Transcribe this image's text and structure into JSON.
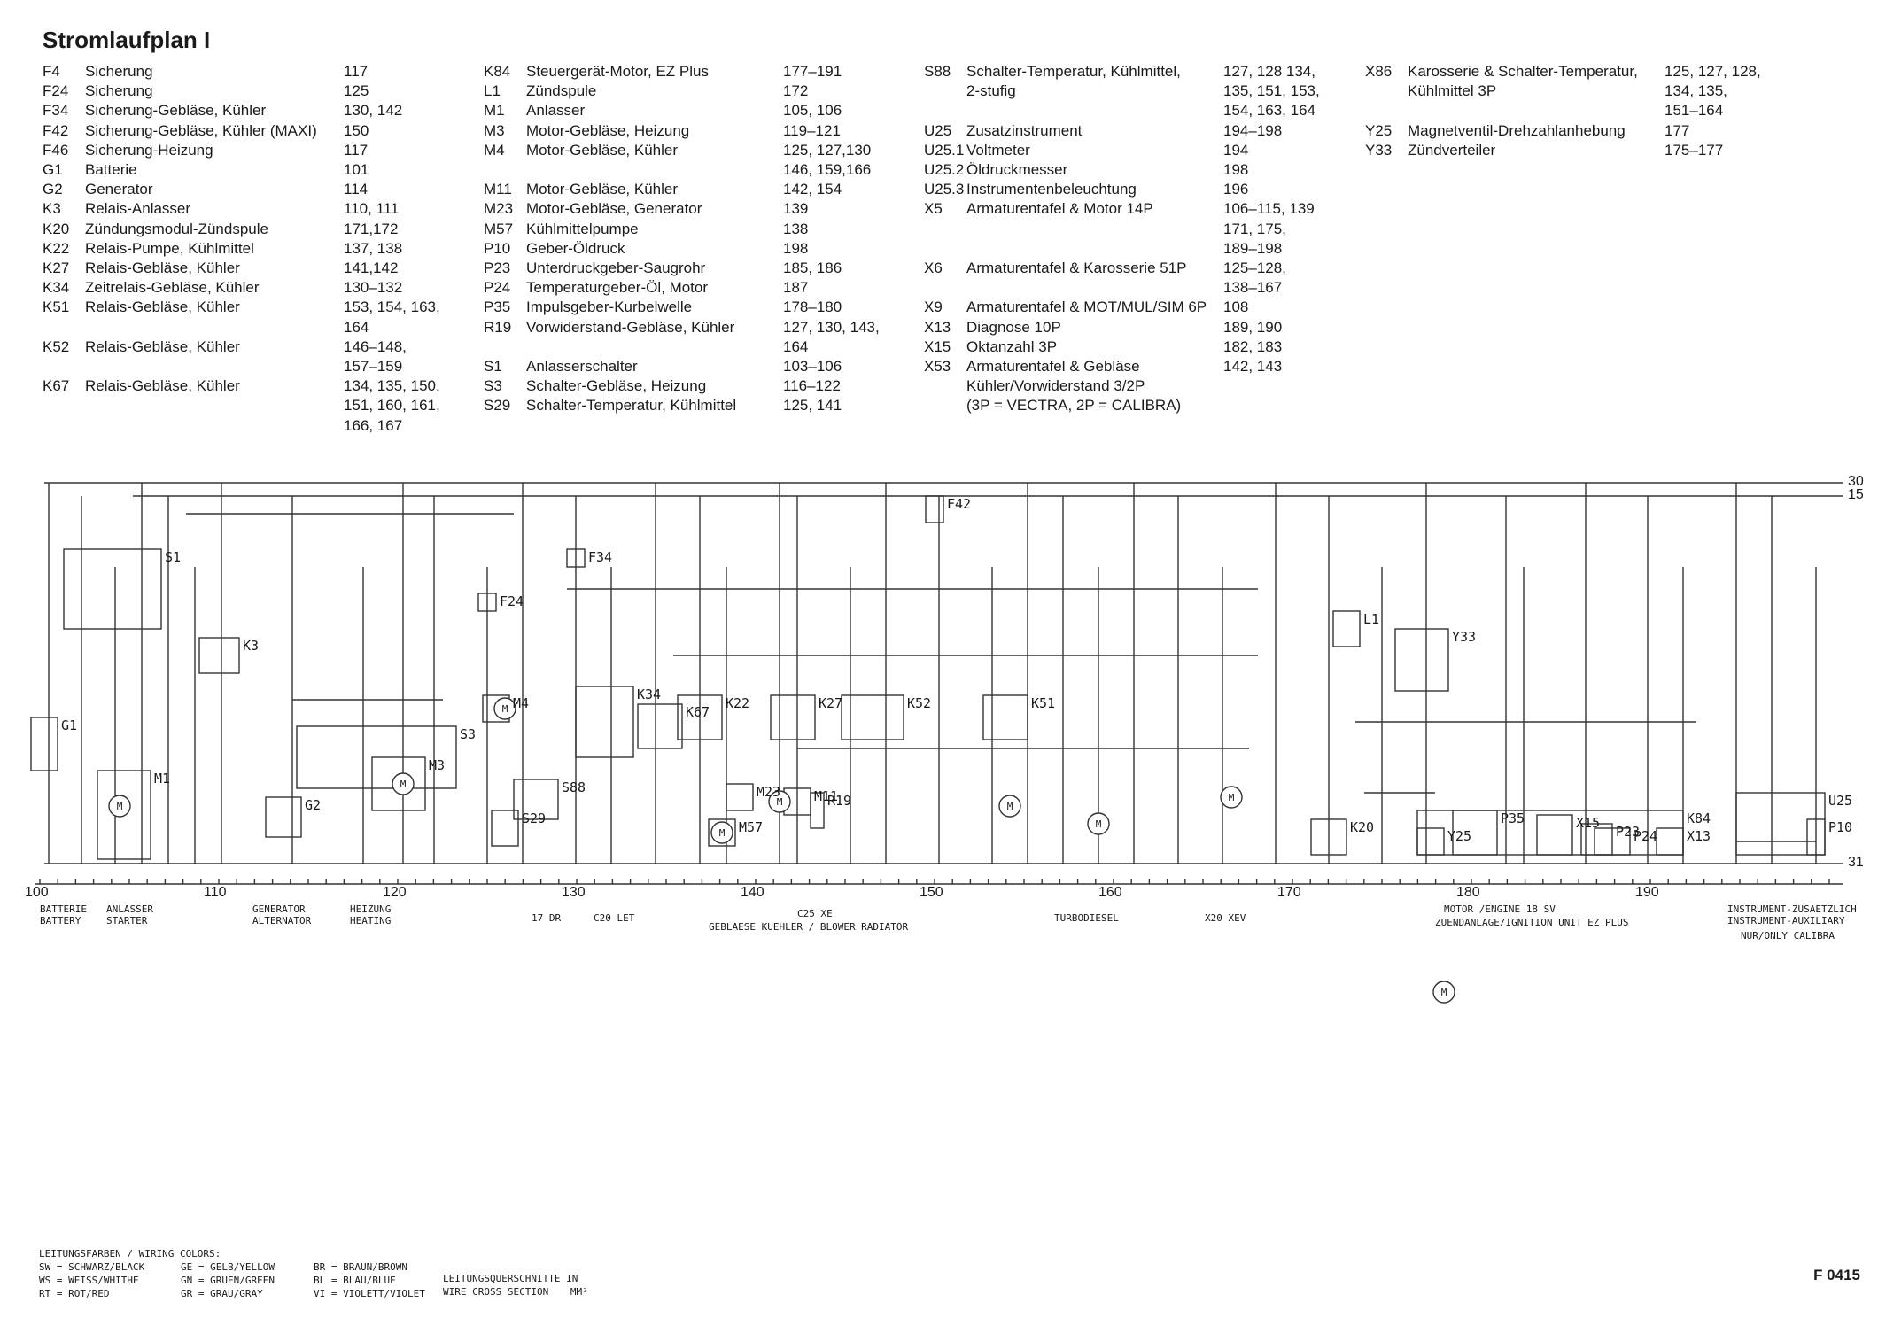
{
  "title": "Stromlaufplan I",
  "columns": [
    [
      {
        "code": "F4",
        "desc": "Sicherung",
        "pages": "117"
      },
      {
        "code": "F24",
        "desc": "Sicherung",
        "pages": "125"
      },
      {
        "code": "F34",
        "desc": "Sicherung-Gebläse, Kühler",
        "pages": "130, 142"
      },
      {
        "code": "F42",
        "desc": "Sicherung-Gebläse, Kühler (MAXI)",
        "pages": "150"
      },
      {
        "code": "F46",
        "desc": "Sicherung-Heizung",
        "pages": "117"
      },
      {
        "code": "G1",
        "desc": "Batterie",
        "pages": "101"
      },
      {
        "code": "G2",
        "desc": "Generator",
        "pages": "114"
      },
      {
        "code": "K3",
        "desc": "Relais-Anlasser",
        "pages": "110, 111"
      },
      {
        "code": "K20",
        "desc": "Zündungsmodul-Zündspule",
        "pages": "171,172"
      },
      {
        "code": "K22",
        "desc": "Relais-Pumpe, Kühlmittel",
        "pages": "137, 138"
      },
      {
        "code": "K27",
        "desc": "Relais-Gebläse, Kühler",
        "pages": "141,142"
      },
      {
        "code": "K34",
        "desc": "Zeitrelais-Gebläse, Kühler",
        "pages": "130–132"
      },
      {
        "code": "K51",
        "desc": "Relais-Gebläse, Kühler",
        "pages": "153, 154, 163,"
      },
      {
        "code": "",
        "desc": "",
        "pages": "164"
      },
      {
        "code": "K52",
        "desc": "Relais-Gebläse, Kühler",
        "pages": "146–148,"
      },
      {
        "code": "",
        "desc": "",
        "pages": "157–159"
      },
      {
        "code": "K67",
        "desc": "Relais-Gebläse, Kühler",
        "pages": "134, 135, 150,"
      },
      {
        "code": "",
        "desc": "",
        "pages": "151, 160, 161,"
      },
      {
        "code": "",
        "desc": "",
        "pages": "166, 167"
      }
    ],
    [
      {
        "code": "K84",
        "desc": "Steuergerät-Motor, EZ Plus",
        "pages": "177–191"
      },
      {
        "code": "L1",
        "desc": "Zündspule",
        "pages": "172"
      },
      {
        "code": "M1",
        "desc": "Anlasser",
        "pages": "105, 106"
      },
      {
        "code": "M3",
        "desc": "Motor-Gebläse, Heizung",
        "pages": "119–121"
      },
      {
        "code": "M4",
        "desc": "Motor-Gebläse, Kühler",
        "pages": "125, 127,130"
      },
      {
        "code": "",
        "desc": "",
        "pages": "146, 159,166"
      },
      {
        "code": "M11",
        "desc": "Motor-Gebläse, Kühler",
        "pages": "142, 154"
      },
      {
        "code": "M23",
        "desc": "Motor-Gebläse, Generator",
        "pages": "139"
      },
      {
        "code": "M57",
        "desc": "Kühlmittelpumpe",
        "pages": "138"
      },
      {
        "code": "P10",
        "desc": "Geber-Öldruck",
        "pages": "198"
      },
      {
        "code": "P23",
        "desc": "Unterdruckgeber-Saugrohr",
        "pages": "185, 186"
      },
      {
        "code": "P24",
        "desc": "Temperaturgeber-Öl, Motor",
        "pages": "187"
      },
      {
        "code": "P35",
        "desc": "Impulsgeber-Kurbelwelle",
        "pages": "178–180"
      },
      {
        "code": "R19",
        "desc": "Vorwiderstand-Gebläse, Kühler",
        "pages": "127, 130, 143,"
      },
      {
        "code": "",
        "desc": "",
        "pages": "164"
      },
      {
        "code": "S1",
        "desc": "Anlasserschalter",
        "pages": "103–106"
      },
      {
        "code": "S3",
        "desc": "Schalter-Gebläse, Heizung",
        "pages": "116–122"
      },
      {
        "code": "S29",
        "desc": "Schalter-Temperatur, Kühlmittel",
        "pages": "125, 141"
      }
    ],
    [
      {
        "code": "S88",
        "desc": "Schalter-Temperatur, Kühlmittel,",
        "pages": "127, 128 134,"
      },
      {
        "code": "",
        "desc": "2-stufig",
        "pages": "135, 151, 153,"
      },
      {
        "code": "",
        "desc": "",
        "pages": "154, 163, 164"
      },
      {
        "code": "U25",
        "desc": "Zusatzinstrument",
        "pages": "194–198"
      },
      {
        "code": "U25.1",
        "desc": "Voltmeter",
        "pages": "194"
      },
      {
        "code": "U25.2",
        "desc": "Öldruckmesser",
        "pages": "198"
      },
      {
        "code": "U25.3",
        "desc": "Instrumentenbeleuchtung",
        "pages": "196"
      },
      {
        "code": "X5",
        "desc": "Armaturentafel & Motor 14P",
        "pages": "106–115, 139"
      },
      {
        "code": "",
        "desc": "",
        "pages": "171, 175,"
      },
      {
        "code": "",
        "desc": "",
        "pages": "189–198"
      },
      {
        "code": "X6",
        "desc": "Armaturentafel & Karosserie 51P",
        "pages": "125–128,"
      },
      {
        "code": "",
        "desc": "",
        "pages": "138–167"
      },
      {
        "code": "X9",
        "desc": "Armaturentafel & MOT/MUL/SIM 6P",
        "pages": "108"
      },
      {
        "code": "X13",
        "desc": "Diagnose 10P",
        "pages": "189, 190"
      },
      {
        "code": "X15",
        "desc": "Oktanzahl 3P",
        "pages": "182, 183"
      },
      {
        "code": "X53",
        "desc": "Armaturentafel & Gebläse",
        "pages": "142, 143"
      },
      {
        "code": "",
        "desc": "Kühler/Vorwiderstand 3/2P",
        "pages": ""
      },
      {
        "code": "",
        "desc": "(3P = VECTRA, 2P = CALIBRA)",
        "pages": ""
      }
    ],
    [
      {
        "code": "X86",
        "desc": "Karosserie & Schalter-Temperatur,",
        "pages": "125, 127, 128,"
      },
      {
        "code": "",
        "desc": "Kühlmittel 3P",
        "pages": "134, 135,"
      },
      {
        "code": "",
        "desc": "",
        "pages": "151–164"
      },
      {
        "code": "Y25",
        "desc": "Magnetventil-Drehzahlanhebung",
        "pages": "177"
      },
      {
        "code": "Y33",
        "desc": "Zündverteiler",
        "pages": "175–177"
      }
    ]
  ],
  "diagram": {
    "rail_labels": [
      "30",
      "15",
      "31"
    ],
    "scale": [
      "100",
      "110",
      "120",
      "130",
      "140",
      "150",
      "160",
      "170",
      "180",
      "190"
    ],
    "components": [
      {
        "id": "S1"
      },
      {
        "id": "K3"
      },
      {
        "id": "G1"
      },
      {
        "id": "M1"
      },
      {
        "id": "G2"
      },
      {
        "id": "S3"
      },
      {
        "id": "M3"
      },
      {
        "id": "F24"
      },
      {
        "id": "F34"
      },
      {
        "id": "K34"
      },
      {
        "id": "K67"
      },
      {
        "id": "M4"
      },
      {
        "id": "S29"
      },
      {
        "id": "S88"
      },
      {
        "id": "K22"
      },
      {
        "id": "K27"
      },
      {
        "id": "M57"
      },
      {
        "id": "M23"
      },
      {
        "id": "M11"
      },
      {
        "id": "R19"
      },
      {
        "id": "F42"
      },
      {
        "id": "K52"
      },
      {
        "id": "K51"
      },
      {
        "id": "L1"
      },
      {
        "id": "Y33"
      },
      {
        "id": "K20"
      },
      {
        "id": "K84"
      },
      {
        "id": "Y25"
      },
      {
        "id": "P35"
      },
      {
        "id": "P23"
      },
      {
        "id": "P24"
      },
      {
        "id": "X15"
      },
      {
        "id": "X13"
      },
      {
        "id": "U25"
      },
      {
        "id": "P10"
      }
    ],
    "group_labels": [
      {
        "text": "BATTERIE\nBATTERY"
      },
      {
        "text": "ANLASSER\nSTARTER"
      },
      {
        "text": "GENERATOR\nALTERNATOR"
      },
      {
        "text": "HEIZUNG\nHEATING"
      },
      {
        "text": "17 DR"
      },
      {
        "text": "C20 LET"
      },
      {
        "text": "C25 XE"
      },
      {
        "text": "TURBODIESEL"
      },
      {
        "text": "X20 XEV"
      },
      {
        "text": "GEBLAESE KUEHLER / BLOWER RADIATOR"
      },
      {
        "text": "MOTOR /ENGINE 18 SV"
      },
      {
        "text": "ZUENDANLAGE/IGNITION UNIT EZ PLUS"
      },
      {
        "text": "INSTRUMENT-ZUSAETZLICH\nINSTRUMENT-AUXILIARY"
      },
      {
        "text": "NUR/ONLY CALIBRA"
      }
    ]
  },
  "wiring_colors": {
    "heading": "LEITUNGSFARBEN / WIRING COLORS:",
    "col1": [
      "SW = SCHWARZ/BLACK",
      "WS = WEISS/WHITHE",
      "RT = ROT/RED"
    ],
    "col2": [
      "GE = GELB/YELLOW",
      "GN = GRUEN/GREEN",
      "GR = GRAU/GRAY"
    ],
    "col3": [
      "BR = BRAUN/BROWN",
      "BL = BLAU/BLUE",
      "VI = VIOLETT/VIOLET"
    ]
  },
  "cross_section": {
    "line1": "LEITUNGSQUERSCHNITTE IN",
    "line2": "WIRE CROSS SECTION",
    "unit": "MM²"
  },
  "figure_id": "F 0415"
}
